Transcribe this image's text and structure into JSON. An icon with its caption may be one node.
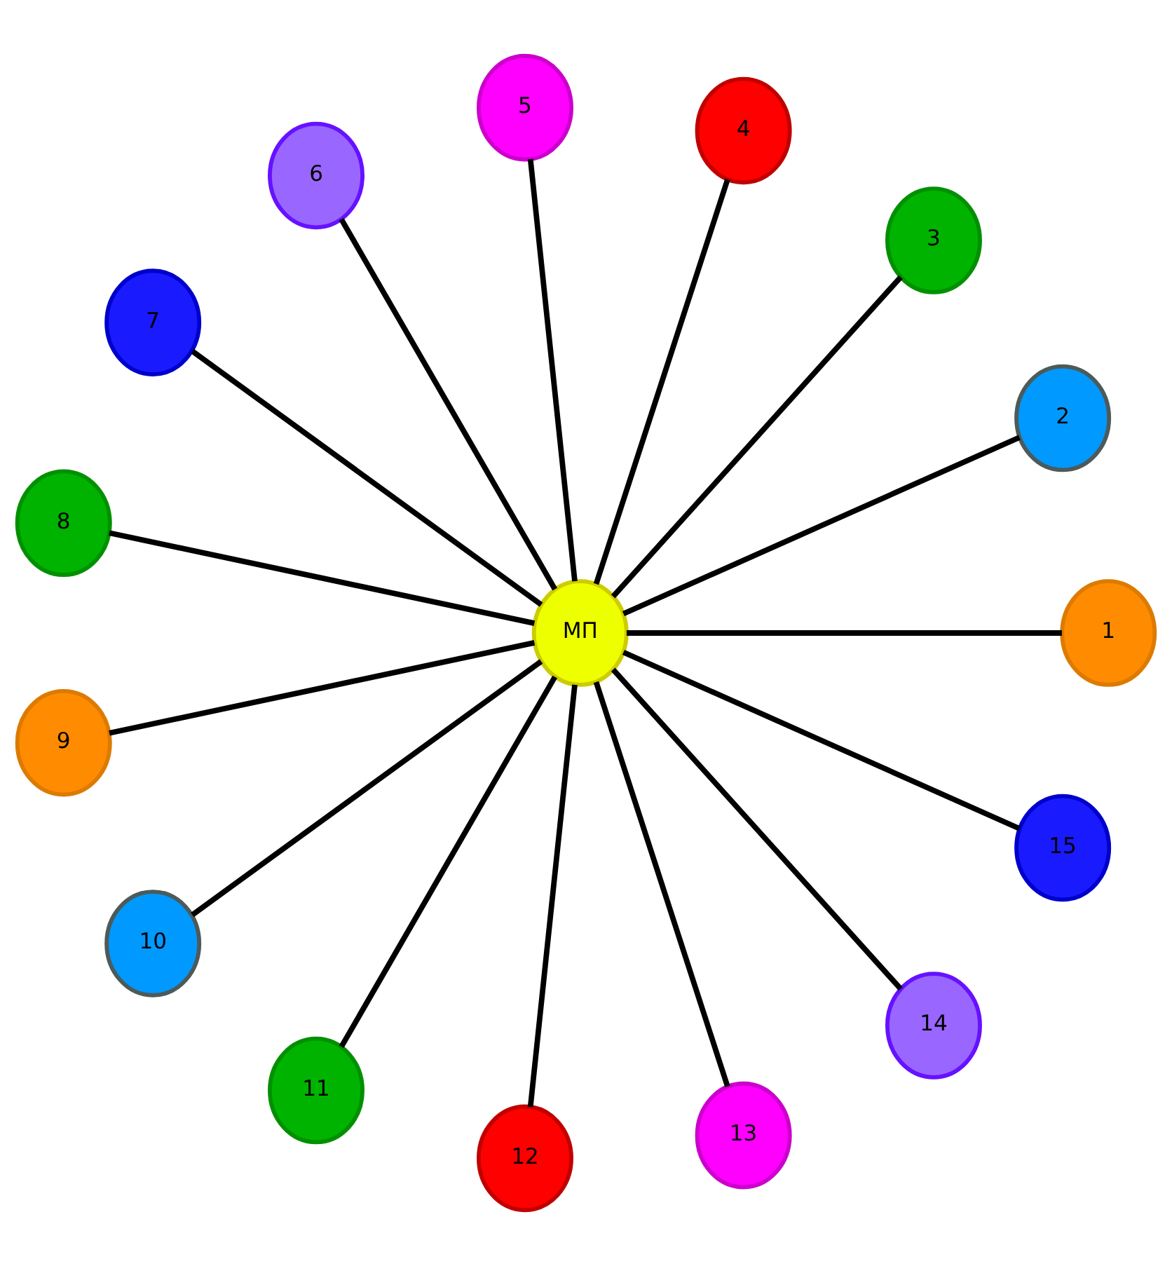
{
  "diagram": {
    "nodes": [
      {
        "text": [
          "МП"
        ]
      },
      {
        "text": [
          "1"
        ]
      },
      {
        "text": [
          "2"
        ]
      },
      {
        "text": [
          "3"
        ]
      },
      {
        "text": [
          "4"
        ]
      },
      {
        "text": [
          "5"
        ]
      },
      {
        "text": [
          "6"
        ]
      },
      {
        "text": [
          "7"
        ]
      },
      {
        "text": [
          "8"
        ]
      },
      {
        "text": [
          "9"
        ]
      },
      {
        "text": [
          "10"
        ]
      },
      {
        "text": [
          "11"
        ]
      },
      {
        "text": [
          "12"
        ]
      },
      {
        "text": [
          "13"
        ]
      },
      {
        "text": [
          "14"
        ]
      },
      {
        "text": [
          "15"
        ]
      }
    ],
    "edges": [
      {
        "from": 0,
        "to": 1,
        "arrow": "none"
      },
      {
        "from": 0,
        "to": 2,
        "arrow": "none"
      },
      {
        "from": 0,
        "to": 3,
        "arrow": "none"
      },
      {
        "from": 0,
        "to": 4,
        "arrow": "none"
      },
      {
        "from": 0,
        "to": 5,
        "arrow": "none"
      },
      {
        "from": 0,
        "to": 6,
        "arrow": "none"
      },
      {
        "from": 0,
        "to": 7,
        "arrow": "none"
      },
      {
        "from": 0,
        "to": 8,
        "arrow": "none"
      },
      {
        "from": 0,
        "to": 9,
        "arrow": "none"
      },
      {
        "from": 0,
        "to": 10,
        "arrow": "none"
      },
      {
        "from": 0,
        "to": 11,
        "arrow": "none"
      },
      {
        "from": 0,
        "to": 12,
        "arrow": "none"
      },
      {
        "from": 0,
        "to": 13,
        "arrow": "none"
      },
      {
        "from": 0,
        "to": 14,
        "arrow": "none"
      },
      {
        "from": 0,
        "to": 15,
        "arrow": "none"
      }
    ]
  }
}
